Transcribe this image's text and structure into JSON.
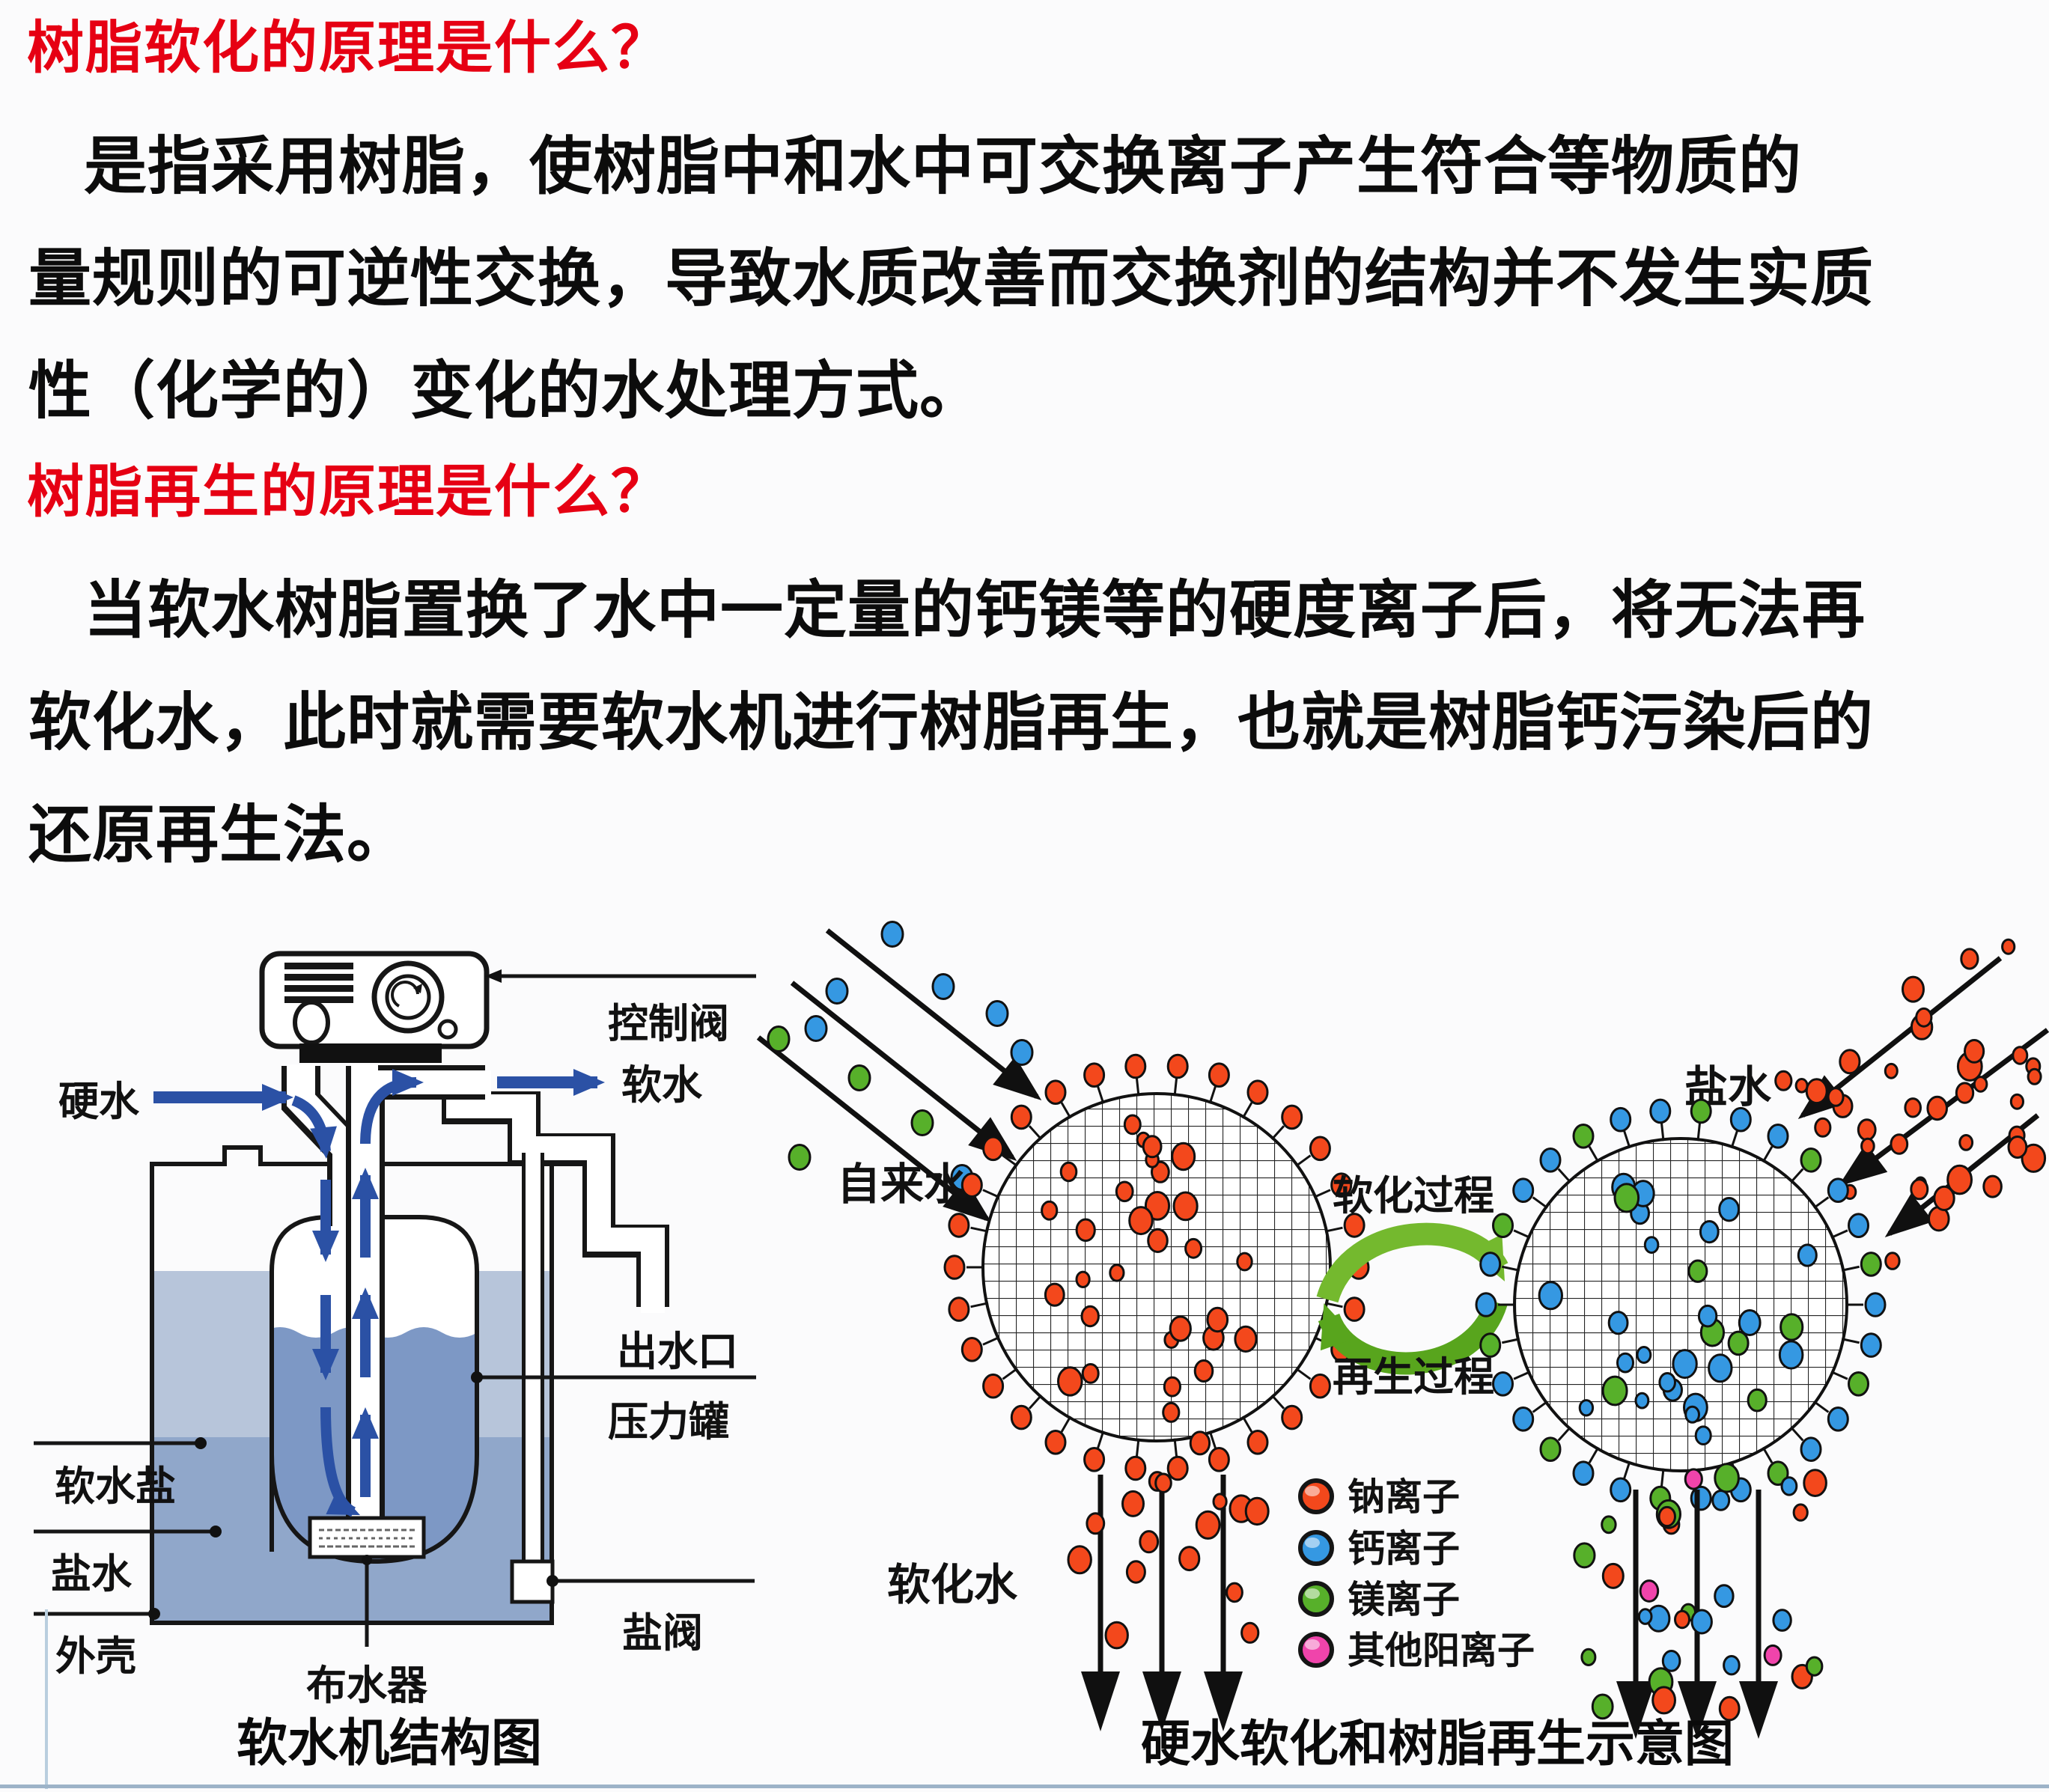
{
  "colors": {
    "heading_red": "#e60013",
    "text_black": "#0c0c0c",
    "flow_arrow_blue": "#2b51a5",
    "water_light": "#b7c5da",
    "water_mid": "#90a7ca",
    "water_dark": "#7d98c5",
    "sodium_red": "#f3481c",
    "calcium_blue": "#3598e2",
    "magnesium_green": "#57b02a",
    "other_cation_pink": "#f044ab",
    "cycle_green_light": "#74b92e",
    "cycle_green_dark": "#58a51d"
  },
  "headings": {
    "q1": "树脂软化的原理是什么？",
    "q2": "树脂再生的原理是什么？"
  },
  "paragraphs": {
    "p1": {
      "lines": [
        "是指采用树脂，使树脂中和水中可交换离子产生符合等物质的",
        "量规则的可逆性交换，导致水质改善而交换剂的结构并不发生实质",
        "性（化学的）变化的水处理方式。"
      ]
    },
    "p2": {
      "lines": [
        "当软水树脂置换了水中一定量的钙镁等的硬度离子后，将无法再",
        "软化水，此时就需要软水机进行树脂再生，也就是树脂钙污染后的",
        "还原再生法。"
      ]
    }
  },
  "left_diagram": {
    "caption": "软水机结构图",
    "labels": {
      "control_valve": "控制阀",
      "soft_water": "软水",
      "hard_water": "硬水",
      "outlet": "出水口",
      "pressure_tank": "压力罐",
      "softener_salt": "软水盐",
      "brine": "盐水",
      "shell": "外壳",
      "salt_valve": "盐阀",
      "distributor": "布水器"
    }
  },
  "right_diagram": {
    "caption": "硬水软化和树脂再生示意图",
    "labels": {
      "tap_water": "自来水",
      "softening_process": "软化过程",
      "regeneration_process": "再生过程",
      "brine": "盐水",
      "softened_water": "软化水"
    },
    "legend": [
      {
        "label": "钠离子",
        "color": "#f3481c"
      },
      {
        "label": "钙离子",
        "color": "#3598e2"
      },
      {
        "label": "镁离子",
        "color": "#57b02a"
      },
      {
        "label": "其他阳离子",
        "color": "#f044ab"
      }
    ]
  }
}
